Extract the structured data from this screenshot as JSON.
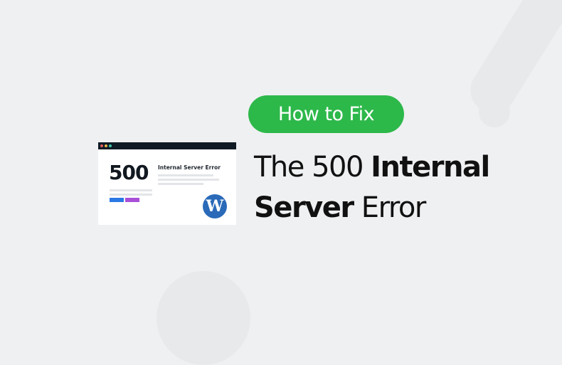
{
  "badge": {
    "label": "How to Fix",
    "color": "#2db84a"
  },
  "headline": {
    "line1_regular": "The 500 ",
    "line1_bold": "Internal",
    "line2_bold": "Server",
    "line2_regular": " Error"
  },
  "mockup": {
    "code": "500",
    "title": "Internal Server Error",
    "window_dots": [
      "#e25c5c",
      "#e8b64a",
      "#3cc7a8"
    ],
    "button_colors": [
      "#2a78e4",
      "#a94fd8"
    ],
    "logo": "wordpress-logo"
  }
}
